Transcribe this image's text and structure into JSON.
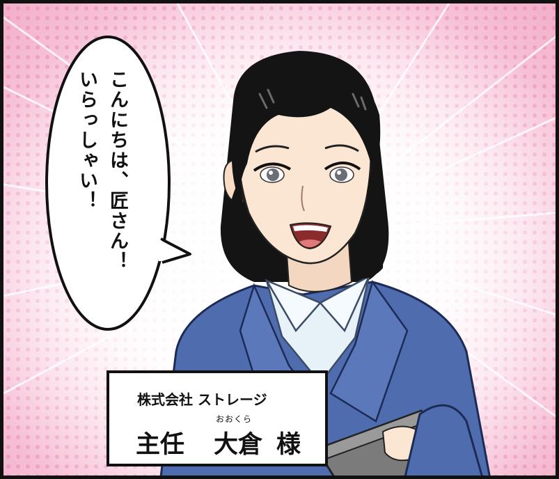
{
  "speech_bubble": {
    "line1": "こんにちは、匠さん！",
    "line2": "いらっしゃい！"
  },
  "nameplate": {
    "company": "株式会社 ストレージ",
    "title": "主任",
    "name": "大倉",
    "name_reading": "おおくら",
    "honorific": "様"
  },
  "colors": {
    "background_pink": "#f2aec9",
    "jacket_blue": "#4f6cae",
    "shirt": "#e6f2f8",
    "hair": "#141414",
    "skin": "#fbe6d3",
    "binder": "#7b7b7b"
  }
}
